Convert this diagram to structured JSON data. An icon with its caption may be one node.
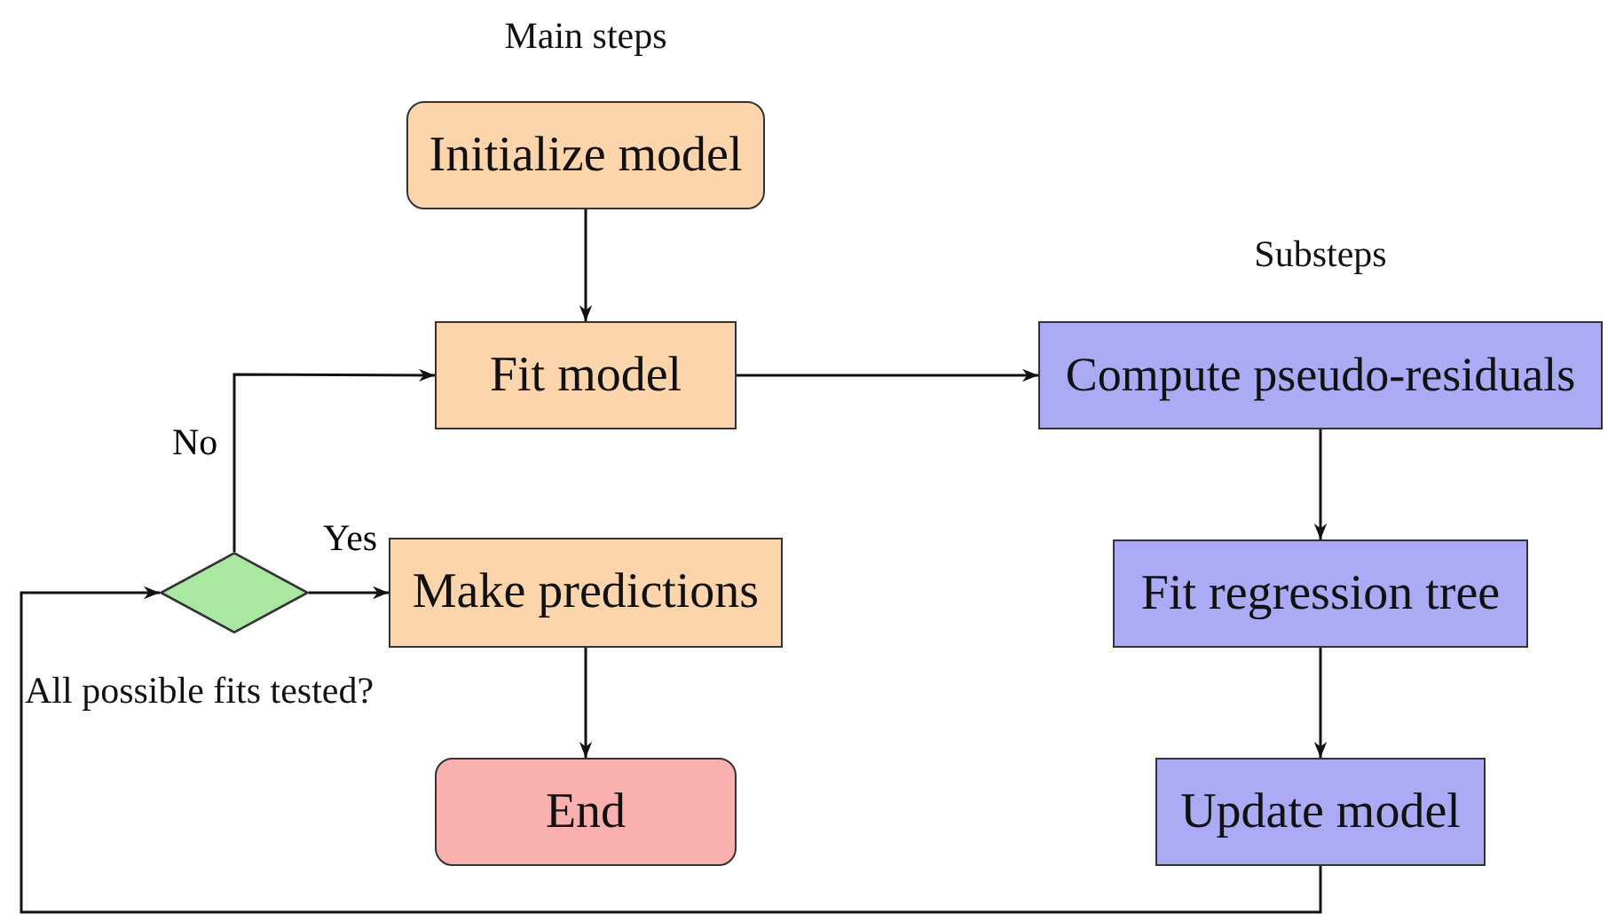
{
  "diagram": {
    "nodes": [
      {
        "text": [
          "Initialize model"
        ]
      },
      {
        "text": [
          "Fit model"
        ]
      },
      {
        "text": [
          "Compute pseudo-residuals"
        ]
      },
      {
        "text": [],
        "shape": "diamond",
        "beside": [
          "All possible fits tested?"
        ]
      },
      {
        "text": [
          "Make predictions"
        ]
      },
      {
        "text": [
          "Fit regression tree"
        ]
      },
      {
        "text": [
          "End"
        ]
      },
      {
        "text": [
          "Update model"
        ]
      }
    ],
    "edges": [
      {
        "from": 0,
        "to": 1,
        "arrow": "to"
      },
      {
        "from": 1,
        "to": 2,
        "arrow": "to"
      },
      {
        "from": 2,
        "to": 5,
        "arrow": "to"
      },
      {
        "from": 5,
        "to": 7,
        "arrow": "to"
      },
      {
        "from": 3,
        "to": 1,
        "arrow": "to",
        "label": "No"
      },
      {
        "from": 3,
        "to": 4,
        "arrow": "to",
        "label": "Yes"
      },
      {
        "from": 4,
        "to": 6,
        "arrow": "to"
      },
      {
        "from": 7,
        "to": 3,
        "arrow": "to"
      }
    ],
    "labels": [
      "Main steps",
      "Substeps"
    ]
  }
}
